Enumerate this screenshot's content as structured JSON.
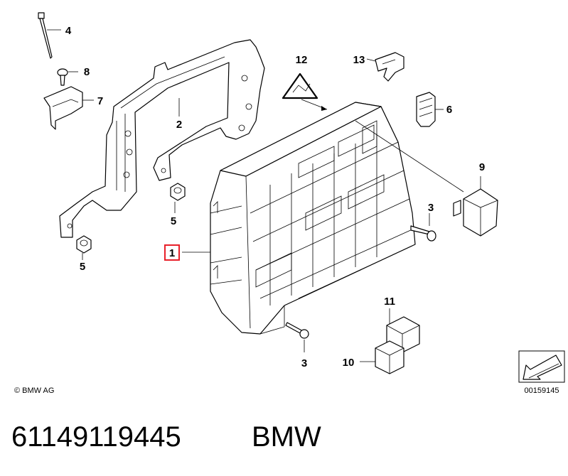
{
  "callouts": {
    "c1": "1",
    "c2": "2",
    "c3a": "3",
    "c3b": "3",
    "c4": "4",
    "c5a": "5",
    "c5b": "5",
    "c6": "6",
    "c7": "7",
    "c8": "8",
    "c9": "9",
    "c10": "10",
    "c11": "11",
    "c12": "12",
    "c13": "13"
  },
  "highlighted_callout": "1",
  "highlight_color": "#e8202a",
  "copyright": "© BMW AG",
  "diagram_number": "00159145",
  "part_number": "61149119445",
  "brand": "BMW"
}
